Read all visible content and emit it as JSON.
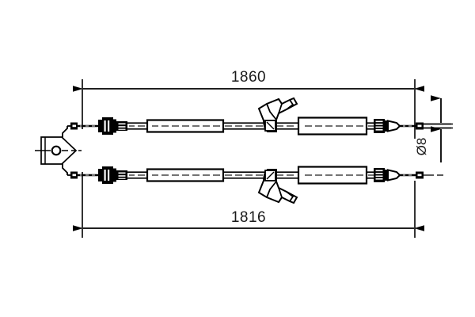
{
  "drawing": {
    "type": "technical-engineering-drawing",
    "subject": "parking-brake-cable-assembly",
    "background_color": "#ffffff",
    "line_color": "#000000",
    "text_color": "#1a1a1a",
    "dimensions": {
      "top": {
        "label": "1860",
        "unit_implied": "mm",
        "arrow_style": "double-arrow-inward",
        "position": "above-upper-cable"
      },
      "bottom": {
        "label": "1816",
        "unit_implied": "mm",
        "arrow_style": "double-arrow-inward",
        "position": "below-lower-cable"
      },
      "diameter": {
        "label": "Ø8",
        "unit_implied": "mm",
        "rotation_deg": -90,
        "arrow_style": "double-arrow-outward",
        "position": "right-side-vertical"
      }
    },
    "components": {
      "bracket": {
        "name": "equalizer-bracket",
        "shape": "wedge-plate-with-bore"
      },
      "upper_cable": {
        "name": "upper-brake-cable",
        "end_fitting_left": "threaded-ferrule",
        "sleeve_1": "conduit-sleeve",
        "clip": "retainer-clip-up",
        "sleeve_2": "conduit-sleeve",
        "end_fitting_right": "conical-nipple",
        "terminal": "end-nipple"
      },
      "lower_cable": {
        "name": "lower-brake-cable",
        "end_fitting_left": "threaded-ferrule",
        "sleeve_1": "conduit-sleeve",
        "clip": "retainer-clip-down",
        "sleeve_2": "conduit-sleeve",
        "end_fitting_right": "conical-nipple",
        "terminal": "end-nipple"
      }
    }
  }
}
